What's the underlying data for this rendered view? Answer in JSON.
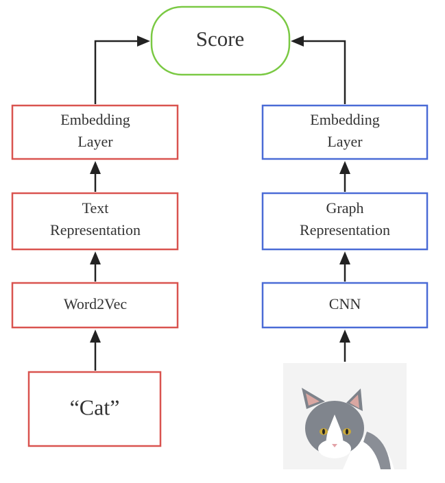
{
  "colors": {
    "text_branch": "#d9534f",
    "image_branch": "#4a6bd6",
    "score_node": "#7ac943",
    "arrows": "#222222"
  },
  "score": {
    "label": "Score"
  },
  "text_branch": {
    "embedding": {
      "line1": "Embedding",
      "line2": "Layer"
    },
    "representation": {
      "line1": "Text",
      "line2": "Representation"
    },
    "encoder": {
      "label": "Word2Vec"
    },
    "input": {
      "label": "“Cat”"
    }
  },
  "image_branch": {
    "embedding": {
      "line1": "Embedding",
      "line2": "Layer"
    },
    "representation": {
      "line1": "Graph",
      "line2": "Representation"
    },
    "encoder": {
      "label": "CNN"
    },
    "input": {
      "kind": "cat-photo"
    }
  }
}
